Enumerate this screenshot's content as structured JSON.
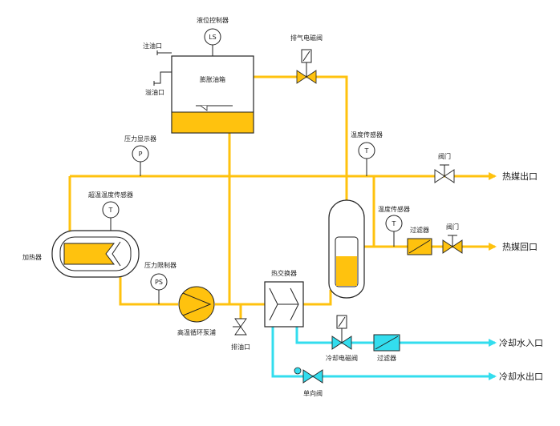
{
  "colors": {
    "hot_oil": "#FFC20E",
    "cooling_water": "#33DDEE",
    "outline": "#222222",
    "background": "#FFFFFF"
  },
  "labels": {
    "level_controller": "液位控制器",
    "oil_filling_port": "注油口",
    "overflow_port": "溢油口",
    "expansion_tank": "膨胀油箱",
    "exhaust_solenoid_valve": "排气电磁阀",
    "pressure_display": "压力显示器",
    "temp_sensor_top": "温度传感器",
    "valve_top": "阀门",
    "medium_outlet": "热媒出口",
    "overtemp_sensor": "超温温度传感器",
    "temp_sensor_mid": "温度传感器",
    "filter_mid": "过滤器",
    "valve_mid": "阀门",
    "medium_return": "热媒回口",
    "heater": "加热器",
    "pressure_limiter": "压力限制器",
    "heat_exchanger": "热交换器",
    "pump": "高温循环泵浦",
    "drain_port": "排油口",
    "cooling_solenoid_valve": "冷却电磁阀",
    "filter_bottom": "过滤器",
    "cooling_water_inlet": "冷却水入口",
    "check_valve": "单向阀",
    "cooling_water_outlet": "冷却水出口"
  },
  "instruments": {
    "ls": "LS",
    "p": "P",
    "t": "T",
    "ps": "PS"
  }
}
